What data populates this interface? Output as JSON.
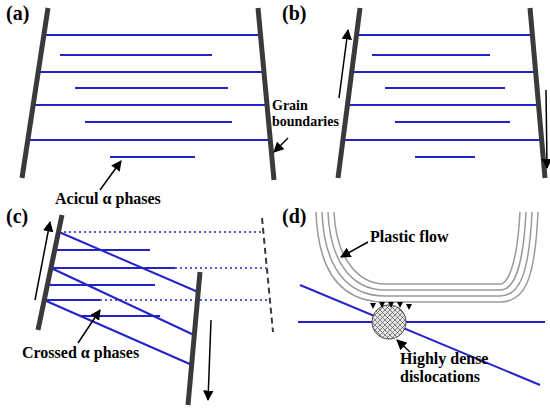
{
  "diagram": {
    "labels": [
      "(a)",
      "(b)",
      "Grain boundaries",
      "Acicul α phases",
      "(c)",
      "(d)",
      "Plastic flow",
      "Crossed α phases",
      "Highly dense dislocations"
    ]
  }
}
